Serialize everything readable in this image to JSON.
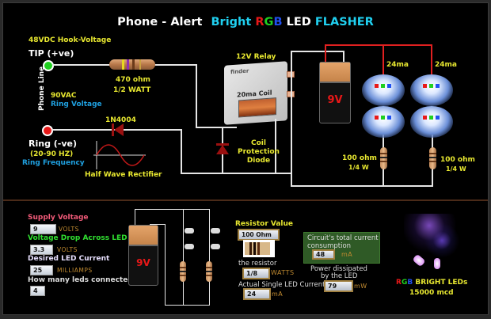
{
  "title": {
    "part1": "Phone - Alert",
    "part2": "Bright",
    "r": "R",
    "g": "G",
    "b": "B",
    "part3": "LED",
    "part4": "FLASHER"
  },
  "colors": {
    "red": "#e81818",
    "green": "#20d020",
    "blue": "#2050f0",
    "yellow": "#e8e830",
    "cyan": "#20d0f0",
    "wire": "#e6e6e6"
  },
  "circuit": {
    "hook_voltage": "48VDC Hook-Voltage",
    "tip_label": "TIP (+ve)",
    "phone_line": "Phone Line",
    "ring_voltage_value": "90VAC",
    "ring_voltage_label": "Ring Voltage",
    "ring_label": "Ring (-ve)",
    "ring_freq_value": "(20-90 HZ)",
    "ring_freq_label": "Ring Frequency",
    "resistor_value": "470 ohm",
    "resistor_watt": "1/2 WATT",
    "diode_label": "1N4004",
    "rectifier_label": "Half Wave Rectifier",
    "relay_label": "12V Relay",
    "relay_brand": "finder",
    "coil_label": "20ma Coil",
    "protection_diode": [
      "Coil",
      "Protection",
      "Diode"
    ],
    "battery_label": "9V",
    "led_current_1": "24ma",
    "led_current_2": "24ma",
    "led_resistor_1_value": "100 ohm",
    "led_resistor_1_watt": "1/4 W",
    "led_resistor_2_value": "100 ohm",
    "led_resistor_2_watt": "1/4 W"
  },
  "calculator": {
    "supply_voltage_label": "Supply Voltage",
    "supply_voltage_value": "9",
    "supply_voltage_unit": "VOLTS",
    "drop_label": "Voltage Drop Across LED",
    "drop_value": "3.3",
    "drop_unit": "VOLTS",
    "current_label": "Desired LED Current",
    "current_value": "25",
    "current_unit": "MILLIAMPS",
    "count_label": "How many leds connected",
    "count_value": "4",
    "battery_label": "9V",
    "resistor_value_label": "Resistor Value",
    "resistor_value": "100 Ohm",
    "the_resistor_label": "the resistor",
    "resistor_watts_value": "1/8",
    "resistor_watts_unit": "WATTS",
    "actual_current_label": "Actual Single LED Current",
    "actual_current_value": "24",
    "actual_current_unit": "mA",
    "total_current_label": "Circuit's total current consumption",
    "total_current_value": "48",
    "total_current_unit": "mA",
    "power_label_1": "Power dissipated",
    "power_label_2": "by the LED",
    "power_value": "79",
    "power_unit": "mW"
  },
  "product": {
    "r": "R",
    "g": "G",
    "b": "B",
    "label": "BRIGHT LEDs",
    "brightness": "15000 mcd"
  }
}
